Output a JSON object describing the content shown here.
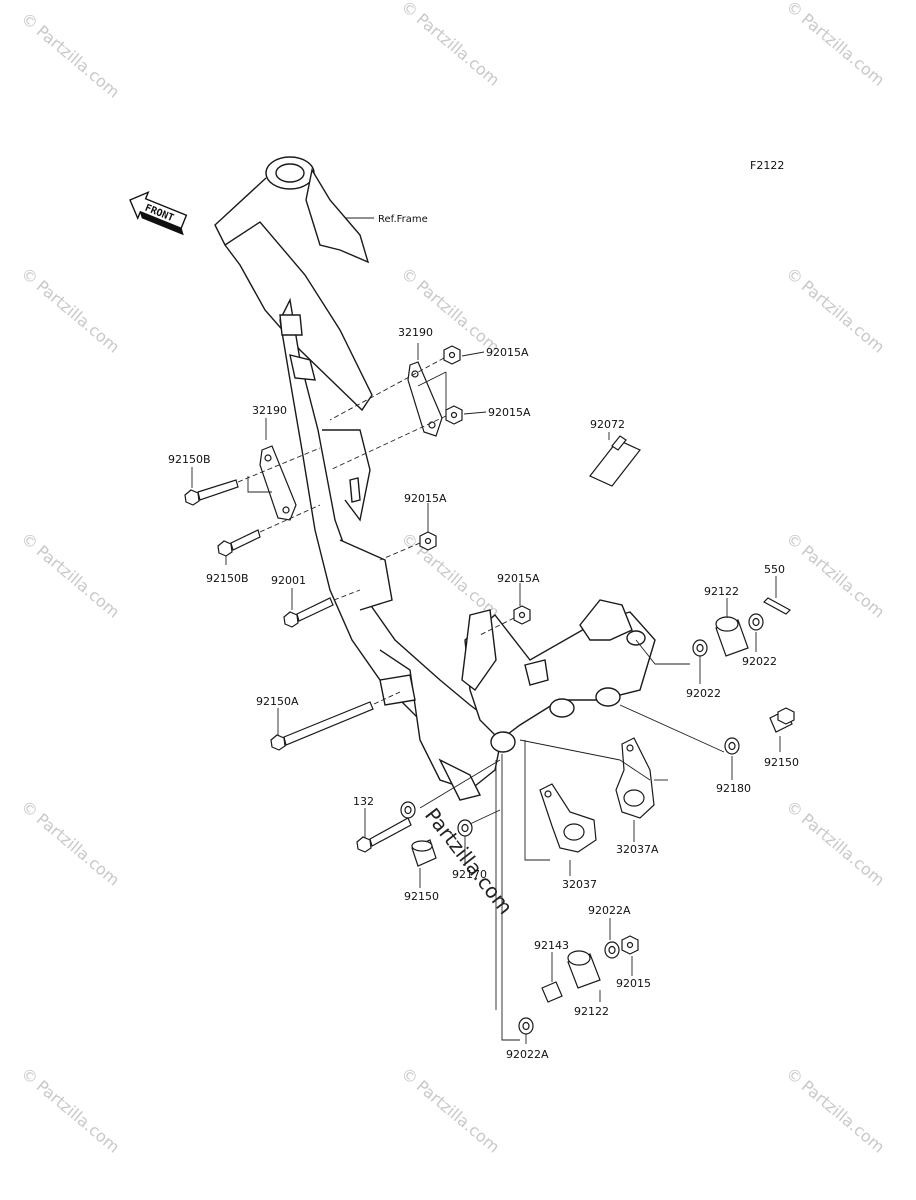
{
  "diagram_code": "F2122",
  "front_arrow": {
    "label": "FRONT",
    "icon": "front-direction-arrow-icon"
  },
  "reference_label": "Ref.Frame",
  "watermark": {
    "brand": "Partzilla.com",
    "symbol": "©"
  },
  "callouts": {
    "p32190_top": "32190",
    "p32190_left": "32190",
    "p92015A_1": "92015A",
    "p92015A_2": "92015A",
    "p92015A_3": "92015A",
    "p92015A_4": "92015A",
    "p92150B_1": "92150B",
    "p92150B_2": "92150B",
    "p92001": "92001",
    "p92072": "92072",
    "p550": "550",
    "p92122_r": "92122",
    "p92022_r1": "92022",
    "p92022_r2": "92022",
    "p92150A": "92150A",
    "p92150_r": "92150",
    "p92180": "92180",
    "p132": "132",
    "p92150_l": "92150",
    "p92170": "92170",
    "p32037": "32037",
    "p32037A": "32037A",
    "p92022A_top": "92022A",
    "p92143": "92143",
    "p92015": "92015",
    "p92122_b": "92122",
    "p92022A_bot": "92022A"
  }
}
